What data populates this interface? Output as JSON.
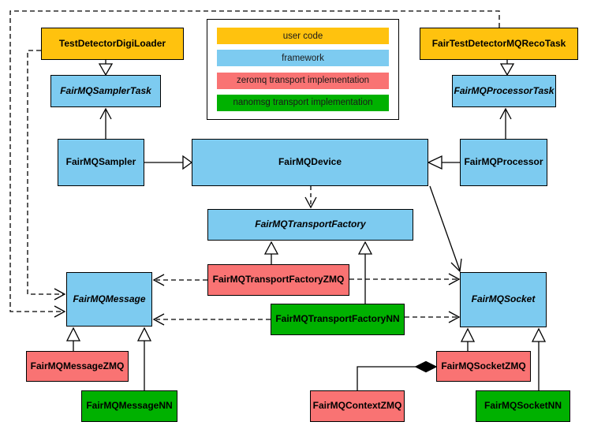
{
  "legend": {
    "items": [
      {
        "label": "user code",
        "color": "#FFC20E",
        "category": "user-code"
      },
      {
        "label": "framework",
        "color": "#7DCBF0",
        "category": "framework"
      },
      {
        "label": "zeromq transport implementation",
        "color": "#F97373",
        "category": "zeromq"
      },
      {
        "label": "nanomsg transport implementation",
        "color": "#00B100",
        "category": "nanomsg"
      }
    ]
  },
  "colors": {
    "user_code": "#FFC20E",
    "framework": "#7DCBF0",
    "zeromq": "#F97373",
    "nanomsg": "#00B100",
    "line": "#000000",
    "background": "#ffffff"
  },
  "nodes": {
    "test_detector_digi_loader": {
      "label": "TestDetectorDigiLoader",
      "category": "user-code",
      "abstract": false
    },
    "fair_test_detector_mq_reco_task": {
      "label": "FairTestDetectorMQRecoTask",
      "category": "user-code",
      "abstract": false
    },
    "fairmq_sampler_task": {
      "label": "FairMQSamplerTask",
      "category": "framework",
      "abstract": true
    },
    "fairmq_processor_task": {
      "label": "FairMQProcessorTask",
      "category": "framework",
      "abstract": true
    },
    "fairmq_sampler": {
      "label": "FairMQSampler",
      "category": "framework",
      "abstract": false
    },
    "fairmq_device": {
      "label": "FairMQDevice",
      "category": "framework",
      "abstract": false
    },
    "fairmq_processor": {
      "label": "FairMQProcessor",
      "category": "framework",
      "abstract": false
    },
    "fairmq_transport_factory": {
      "label": "FairMQTransportFactory",
      "category": "framework",
      "abstract": true
    },
    "fairmq_transport_factory_zmq": {
      "label": "FairMQTransportFactoryZMQ",
      "category": "zeromq",
      "abstract": false
    },
    "fairmq_transport_factory_nn": {
      "label": "FairMQTransportFactoryNN",
      "category": "nanomsg",
      "abstract": false
    },
    "fairmq_message": {
      "label": "FairMQMessage",
      "category": "framework",
      "abstract": true
    },
    "fairmq_socket": {
      "label": "FairMQSocket",
      "category": "framework",
      "abstract": true
    },
    "fairmq_message_zmq": {
      "label": "FairMQMessageZMQ",
      "category": "zeromq",
      "abstract": false
    },
    "fairmq_message_nn": {
      "label": "FairMQMessageNN",
      "category": "nanomsg",
      "abstract": false
    },
    "fairmq_context_zmq": {
      "label": "FairMQContextZMQ",
      "category": "zeromq",
      "abstract": false
    },
    "fairmq_socket_zmq": {
      "label": "FairMQSocketZMQ",
      "category": "zeromq",
      "abstract": false
    },
    "fairmq_socket_nn": {
      "label": "FairMQSocketNN",
      "category": "nanomsg",
      "abstract": false
    }
  },
  "edges": [
    {
      "from": "TestDetectorDigiLoader",
      "to": "FairMQSamplerTask",
      "type": "inheritance",
      "style": "solid"
    },
    {
      "from": "FairMQSampler",
      "to": "FairMQSamplerTask",
      "type": "association",
      "style": "solid"
    },
    {
      "from": "FairTestDetectorMQRecoTask",
      "to": "FairMQProcessorTask",
      "type": "inheritance",
      "style": "solid"
    },
    {
      "from": "FairMQProcessor",
      "to": "FairMQProcessorTask",
      "type": "association",
      "style": "solid"
    },
    {
      "from": "FairMQSampler",
      "to": "FairMQDevice",
      "type": "inheritance",
      "style": "solid"
    },
    {
      "from": "FairMQProcessor",
      "to": "FairMQDevice",
      "type": "inheritance",
      "style": "solid"
    },
    {
      "from": "FairMQDevice",
      "to": "FairMQTransportFactory",
      "type": "dependency",
      "style": "dashed"
    },
    {
      "from": "FairMQDevice",
      "to": "FairMQSocket",
      "type": "association",
      "style": "solid"
    },
    {
      "from": "FairMQTransportFactoryZMQ",
      "to": "FairMQTransportFactory",
      "type": "inheritance",
      "style": "solid"
    },
    {
      "from": "FairMQTransportFactoryNN",
      "to": "FairMQTransportFactory",
      "type": "inheritance",
      "style": "solid"
    },
    {
      "from": "FairMQTransportFactoryZMQ",
      "to": "FairMQMessage",
      "type": "dependency",
      "style": "dashed"
    },
    {
      "from": "FairMQTransportFactoryZMQ",
      "to": "FairMQSocket",
      "type": "dependency",
      "style": "dashed"
    },
    {
      "from": "FairMQTransportFactoryNN",
      "to": "FairMQMessage",
      "type": "dependency",
      "style": "dashed"
    },
    {
      "from": "FairMQTransportFactoryNN",
      "to": "FairMQSocket",
      "type": "dependency",
      "style": "dashed"
    },
    {
      "from": "TestDetectorDigiLoader",
      "to": "FairMQMessage",
      "type": "dependency",
      "style": "dashed"
    },
    {
      "from": "FairTestDetectorMQRecoTask",
      "to": "FairMQMessage",
      "type": "dependency",
      "style": "dashed"
    },
    {
      "from": "FairMQMessageZMQ",
      "to": "FairMQMessage",
      "type": "inheritance",
      "style": "solid"
    },
    {
      "from": "FairMQMessageNN",
      "to": "FairMQMessage",
      "type": "inheritance",
      "style": "solid"
    },
    {
      "from": "FairMQSocketZMQ",
      "to": "FairMQSocket",
      "type": "inheritance",
      "style": "solid"
    },
    {
      "from": "FairMQSocketNN",
      "to": "FairMQSocket",
      "type": "inheritance",
      "style": "solid"
    },
    {
      "from": "FairMQSocketZMQ",
      "to": "FairMQContextZMQ",
      "type": "composition",
      "style": "solid"
    }
  ]
}
